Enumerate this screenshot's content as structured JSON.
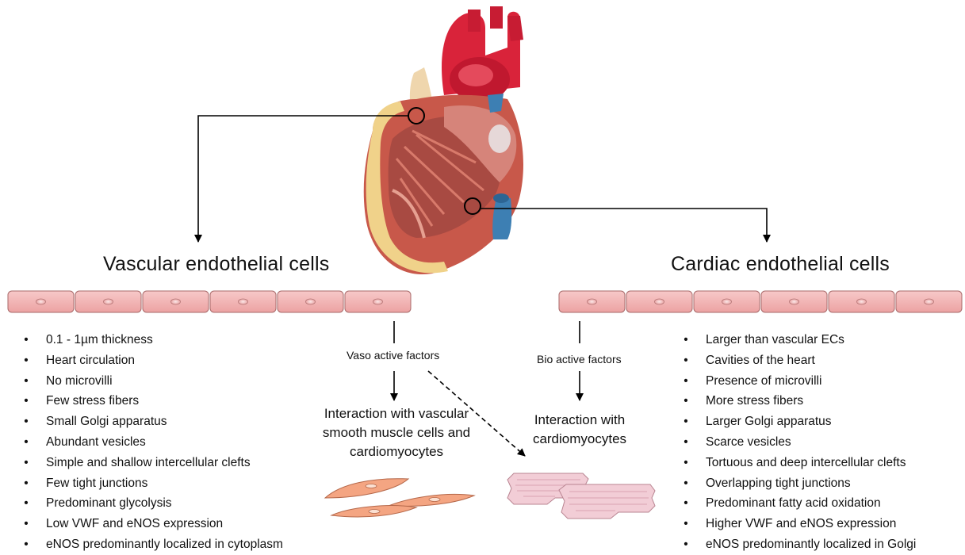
{
  "vascular": {
    "title": "Vascular endothelial cells",
    "factor": "Vaso active factors",
    "interaction": "Interaction with vascular smooth muscle cells and cardiomyocytes",
    "properties": [
      "0.1 - 1µm thickness",
      "Heart circulation",
      "No microvilli",
      "Few stress fibers",
      "Small Golgi apparatus",
      "Abundant vesicles",
      "Simple and shallow intercellular clefts",
      "Few tight junctions",
      "Predominant glycolysis",
      "Low VWF and eNOS expression",
      "eNOS predominantly localized in cytoplasm"
    ]
  },
  "cardiac": {
    "title": "Cardiac endothelial cells",
    "factor": "Bio active factors",
    "interaction": "Interaction with cardiomyocytes",
    "properties": [
      "Larger than vascular ECs",
      "Cavities of the heart",
      "Presence of microvilli",
      "More stress fibers",
      "Larger Golgi apparatus",
      "Scarce vesicles",
      "Tortuous and deep intercellular clefts",
      "Overlapping tight junctions",
      "Predominant fatty acid oxidation",
      "Higher VWF and eNOS expression",
      "eNOS predominantly localized in Golgi"
    ]
  },
  "bullet_glyph": "•",
  "colors": {
    "endothelial_cell": "#f2b4b4",
    "smooth_muscle_cell": "#f4a582",
    "cardiomyocyte": "#f2cdd6",
    "heart_aorta": "#d9233a",
    "heart_vein": "#3d7fb3",
    "heart_muscle": "#d98b80"
  }
}
